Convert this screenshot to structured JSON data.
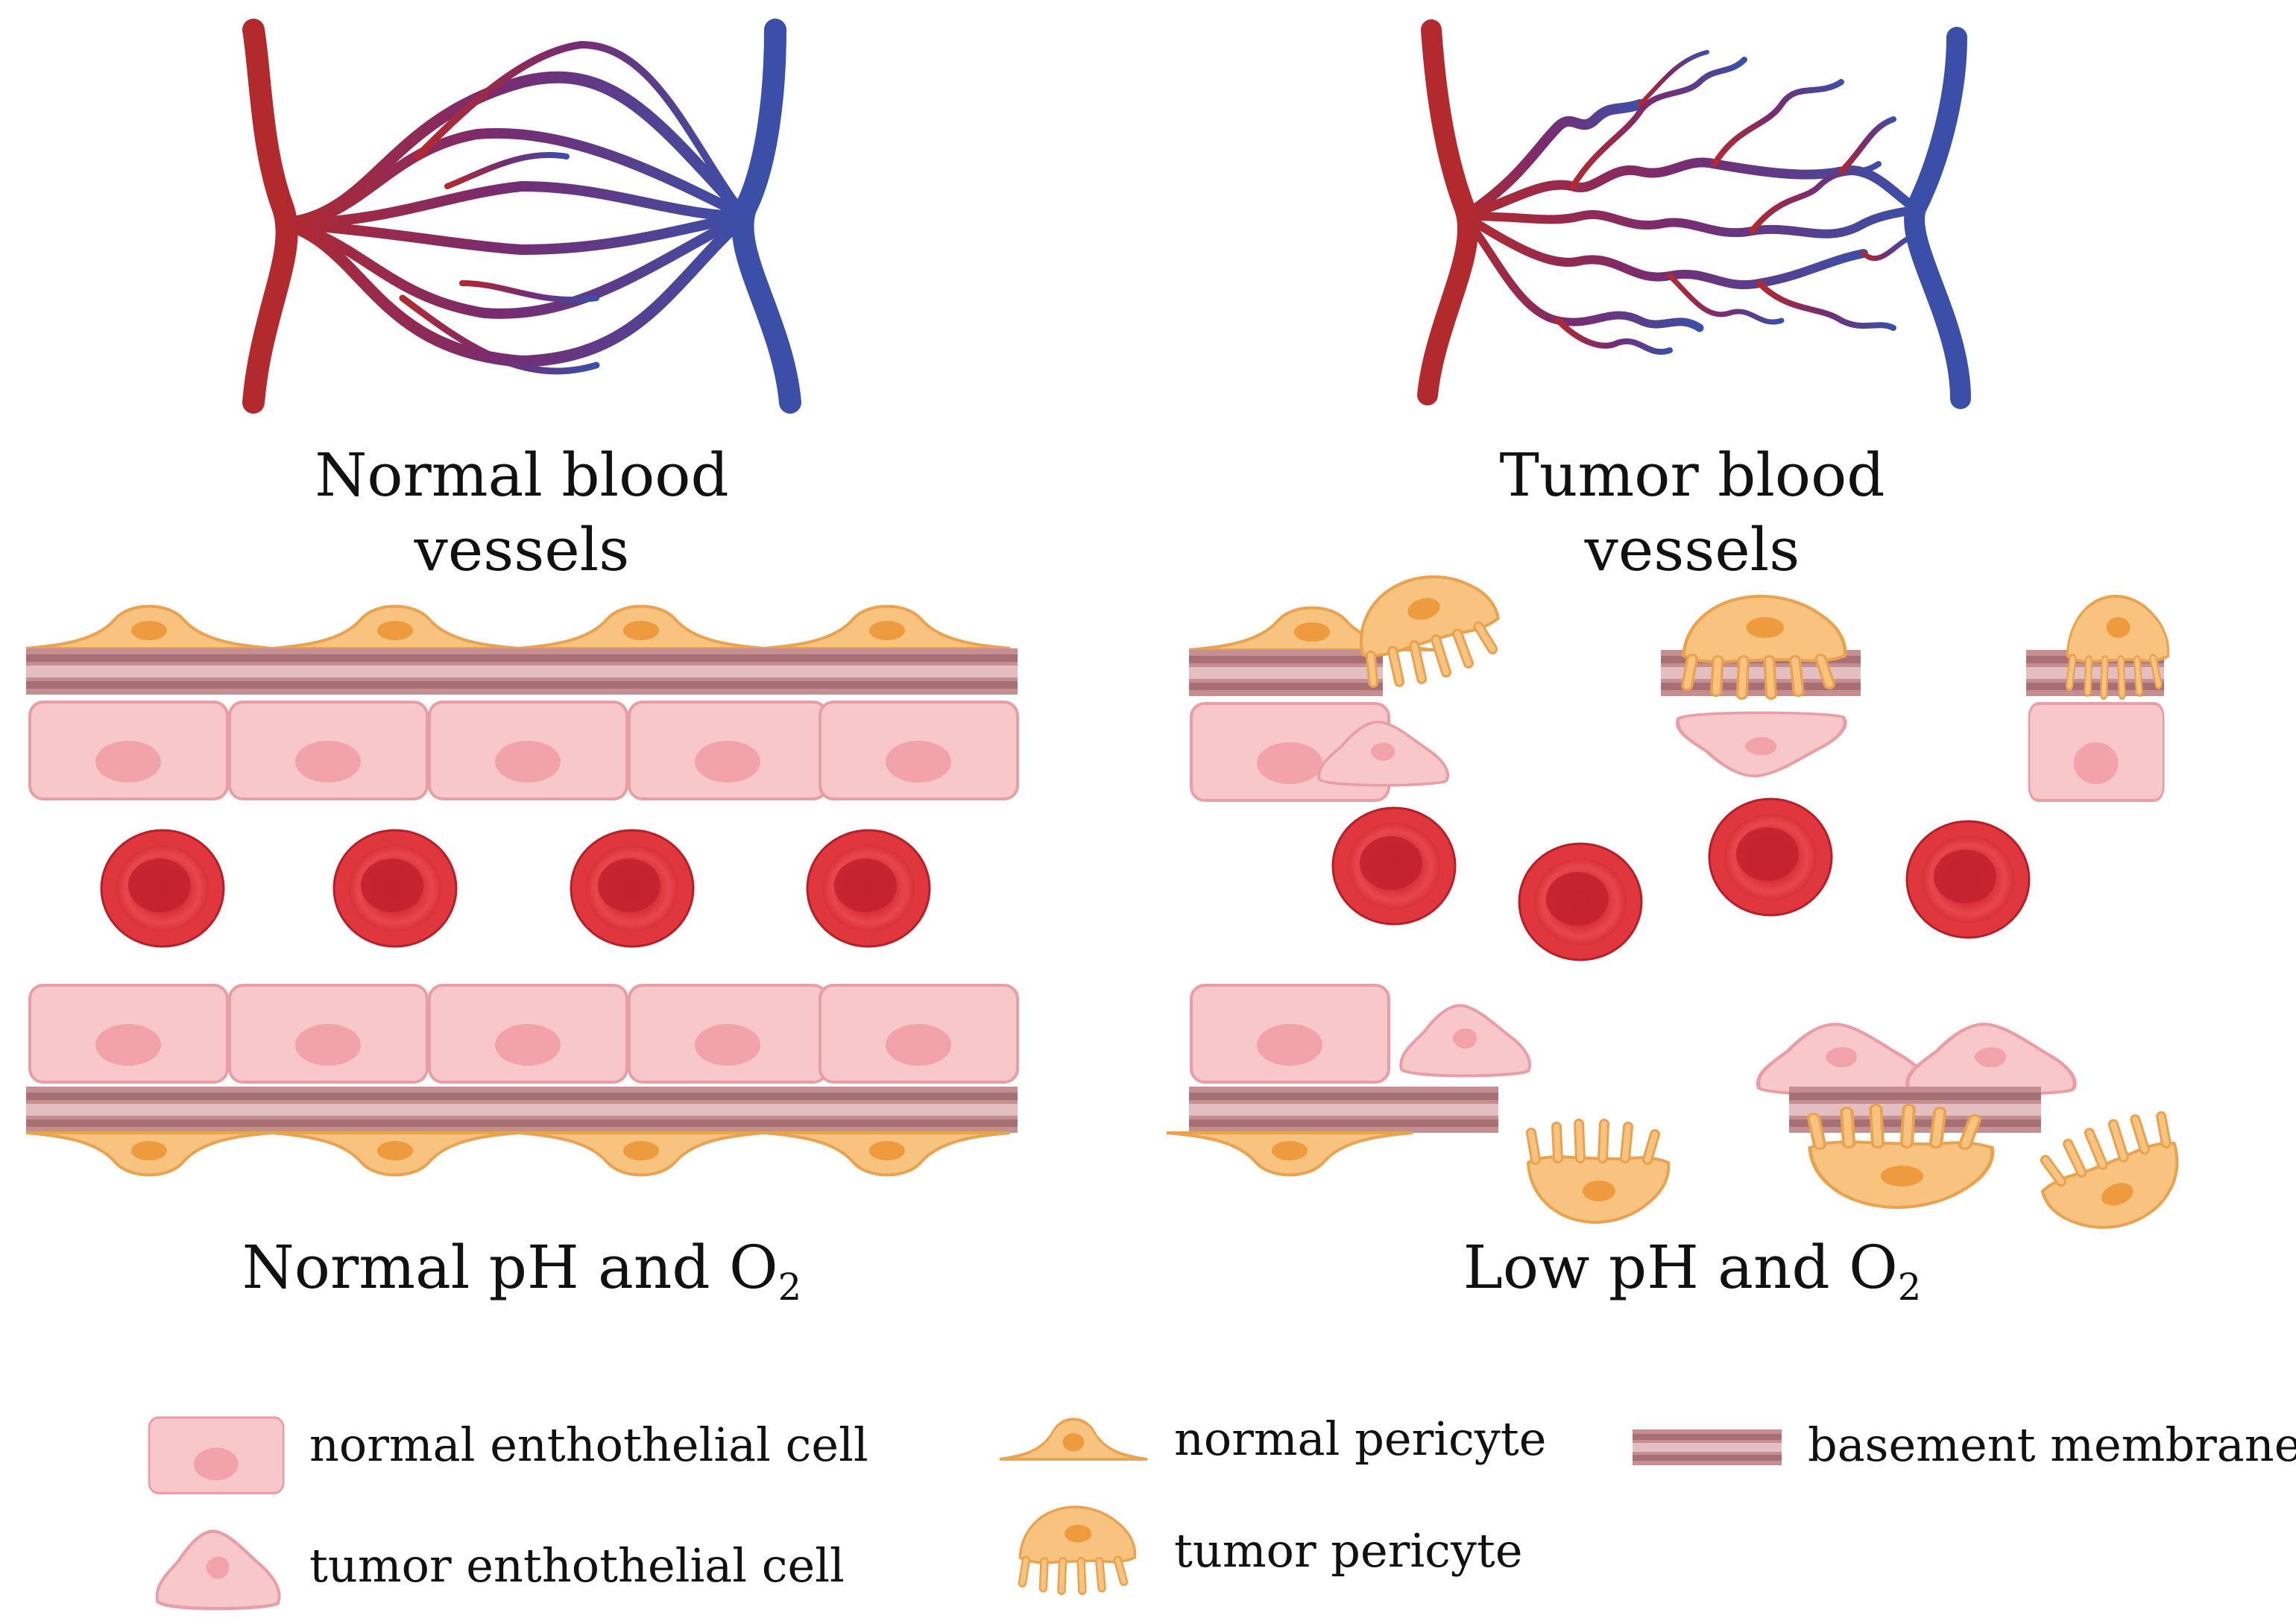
{
  "panels": {
    "normal": {
      "title_line1": "Normal blood",
      "title_line2": "vessels",
      "condition_main": "Normal pH and O",
      "condition_sub": "2"
    },
    "tumor": {
      "title_line1": "Tumor blood",
      "title_line2": "vessels",
      "condition_main": "Low pH and O",
      "condition_sub": "2"
    }
  },
  "legend": {
    "normal_endothelial": "normal enthothelial cell",
    "tumor_endothelial": "tumor enthothelial cell",
    "normal_pericyte": "normal pericyte",
    "tumor_pericyte": "tumor pericyte",
    "basement_membrane": "basement membrane"
  },
  "colors": {
    "artery": "#b22a2e",
    "vein": "#3b4fa8",
    "endothelial_fill": "#f8c7ca",
    "endothelial_stroke": "#e79fa5",
    "pericyte_fill": "#f8c27f",
    "pericyte_stroke": "#e9a24f",
    "membrane": "#c58f92",
    "rbc": "#e0363e"
  }
}
